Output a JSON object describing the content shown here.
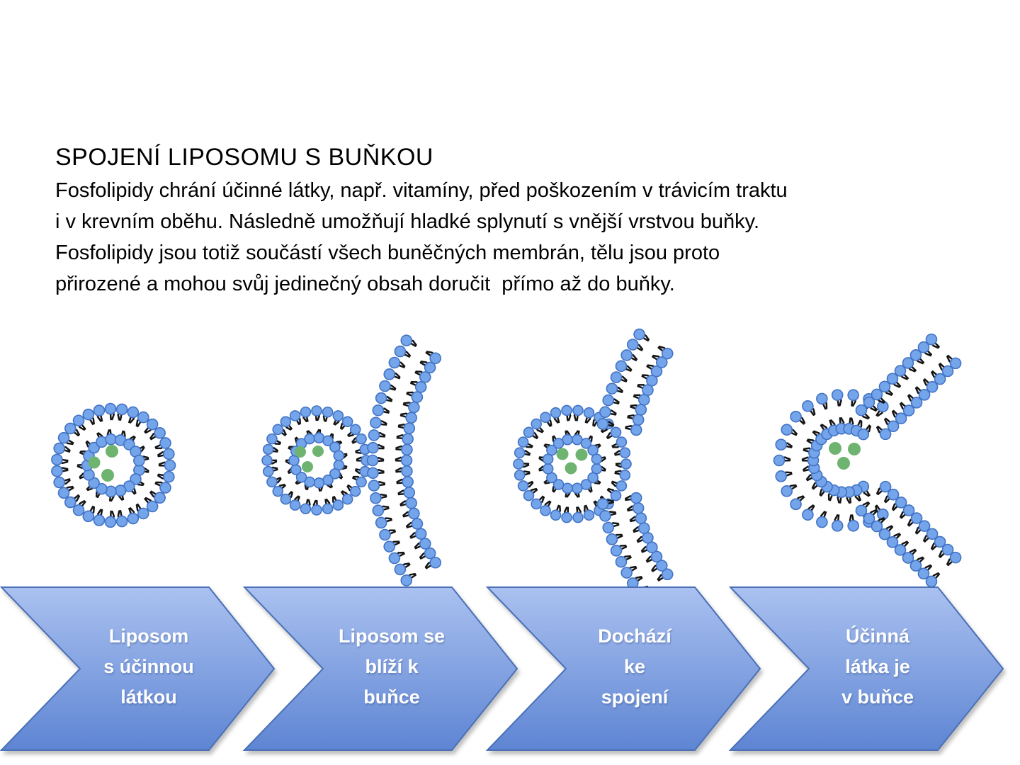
{
  "slide": {
    "title": "SPOJENÍ LIPOSOMU S BUŇKOU",
    "body_lines": [
      "Fosfolipidy chrání účinné látky, např. vitamíny, před poškozením v trávicím traktu",
      "i v krevním oběhu. Následně umožňují hladké splynutí s vnější vrstvou buňky.",
      "Fosfolipidy jsou totiž součástí všech buněčných membrán, tělu jsou proto",
      "přirozené a mohou svůj jedinečný obsah doručit  přímo až do buňky."
    ]
  },
  "process_steps": [
    {
      "lines": [
        "Liposom",
        "s účinnou",
        "látkou"
      ]
    },
    {
      "lines": [
        "Liposom se",
        "blíží k",
        "buňce"
      ]
    },
    {
      "lines": [
        "Dochází",
        "ke",
        "spojení"
      ]
    },
    {
      "lines": [
        "Účinná",
        "látka je",
        "v buňce"
      ]
    }
  ],
  "colors": {
    "background": "#ffffff",
    "text": "#000000",
    "arrow_gradient_top": "#aac1f0",
    "arrow_gradient_bottom": "#5e85d3",
    "arrow_border": "#4a70b8",
    "arrow_text": "#ffffff",
    "lipid_head": "#74a4ea",
    "lipid_head_border": "#4273c4",
    "lipid_tail": "#141414",
    "active_substance": "#6eb470"
  }
}
